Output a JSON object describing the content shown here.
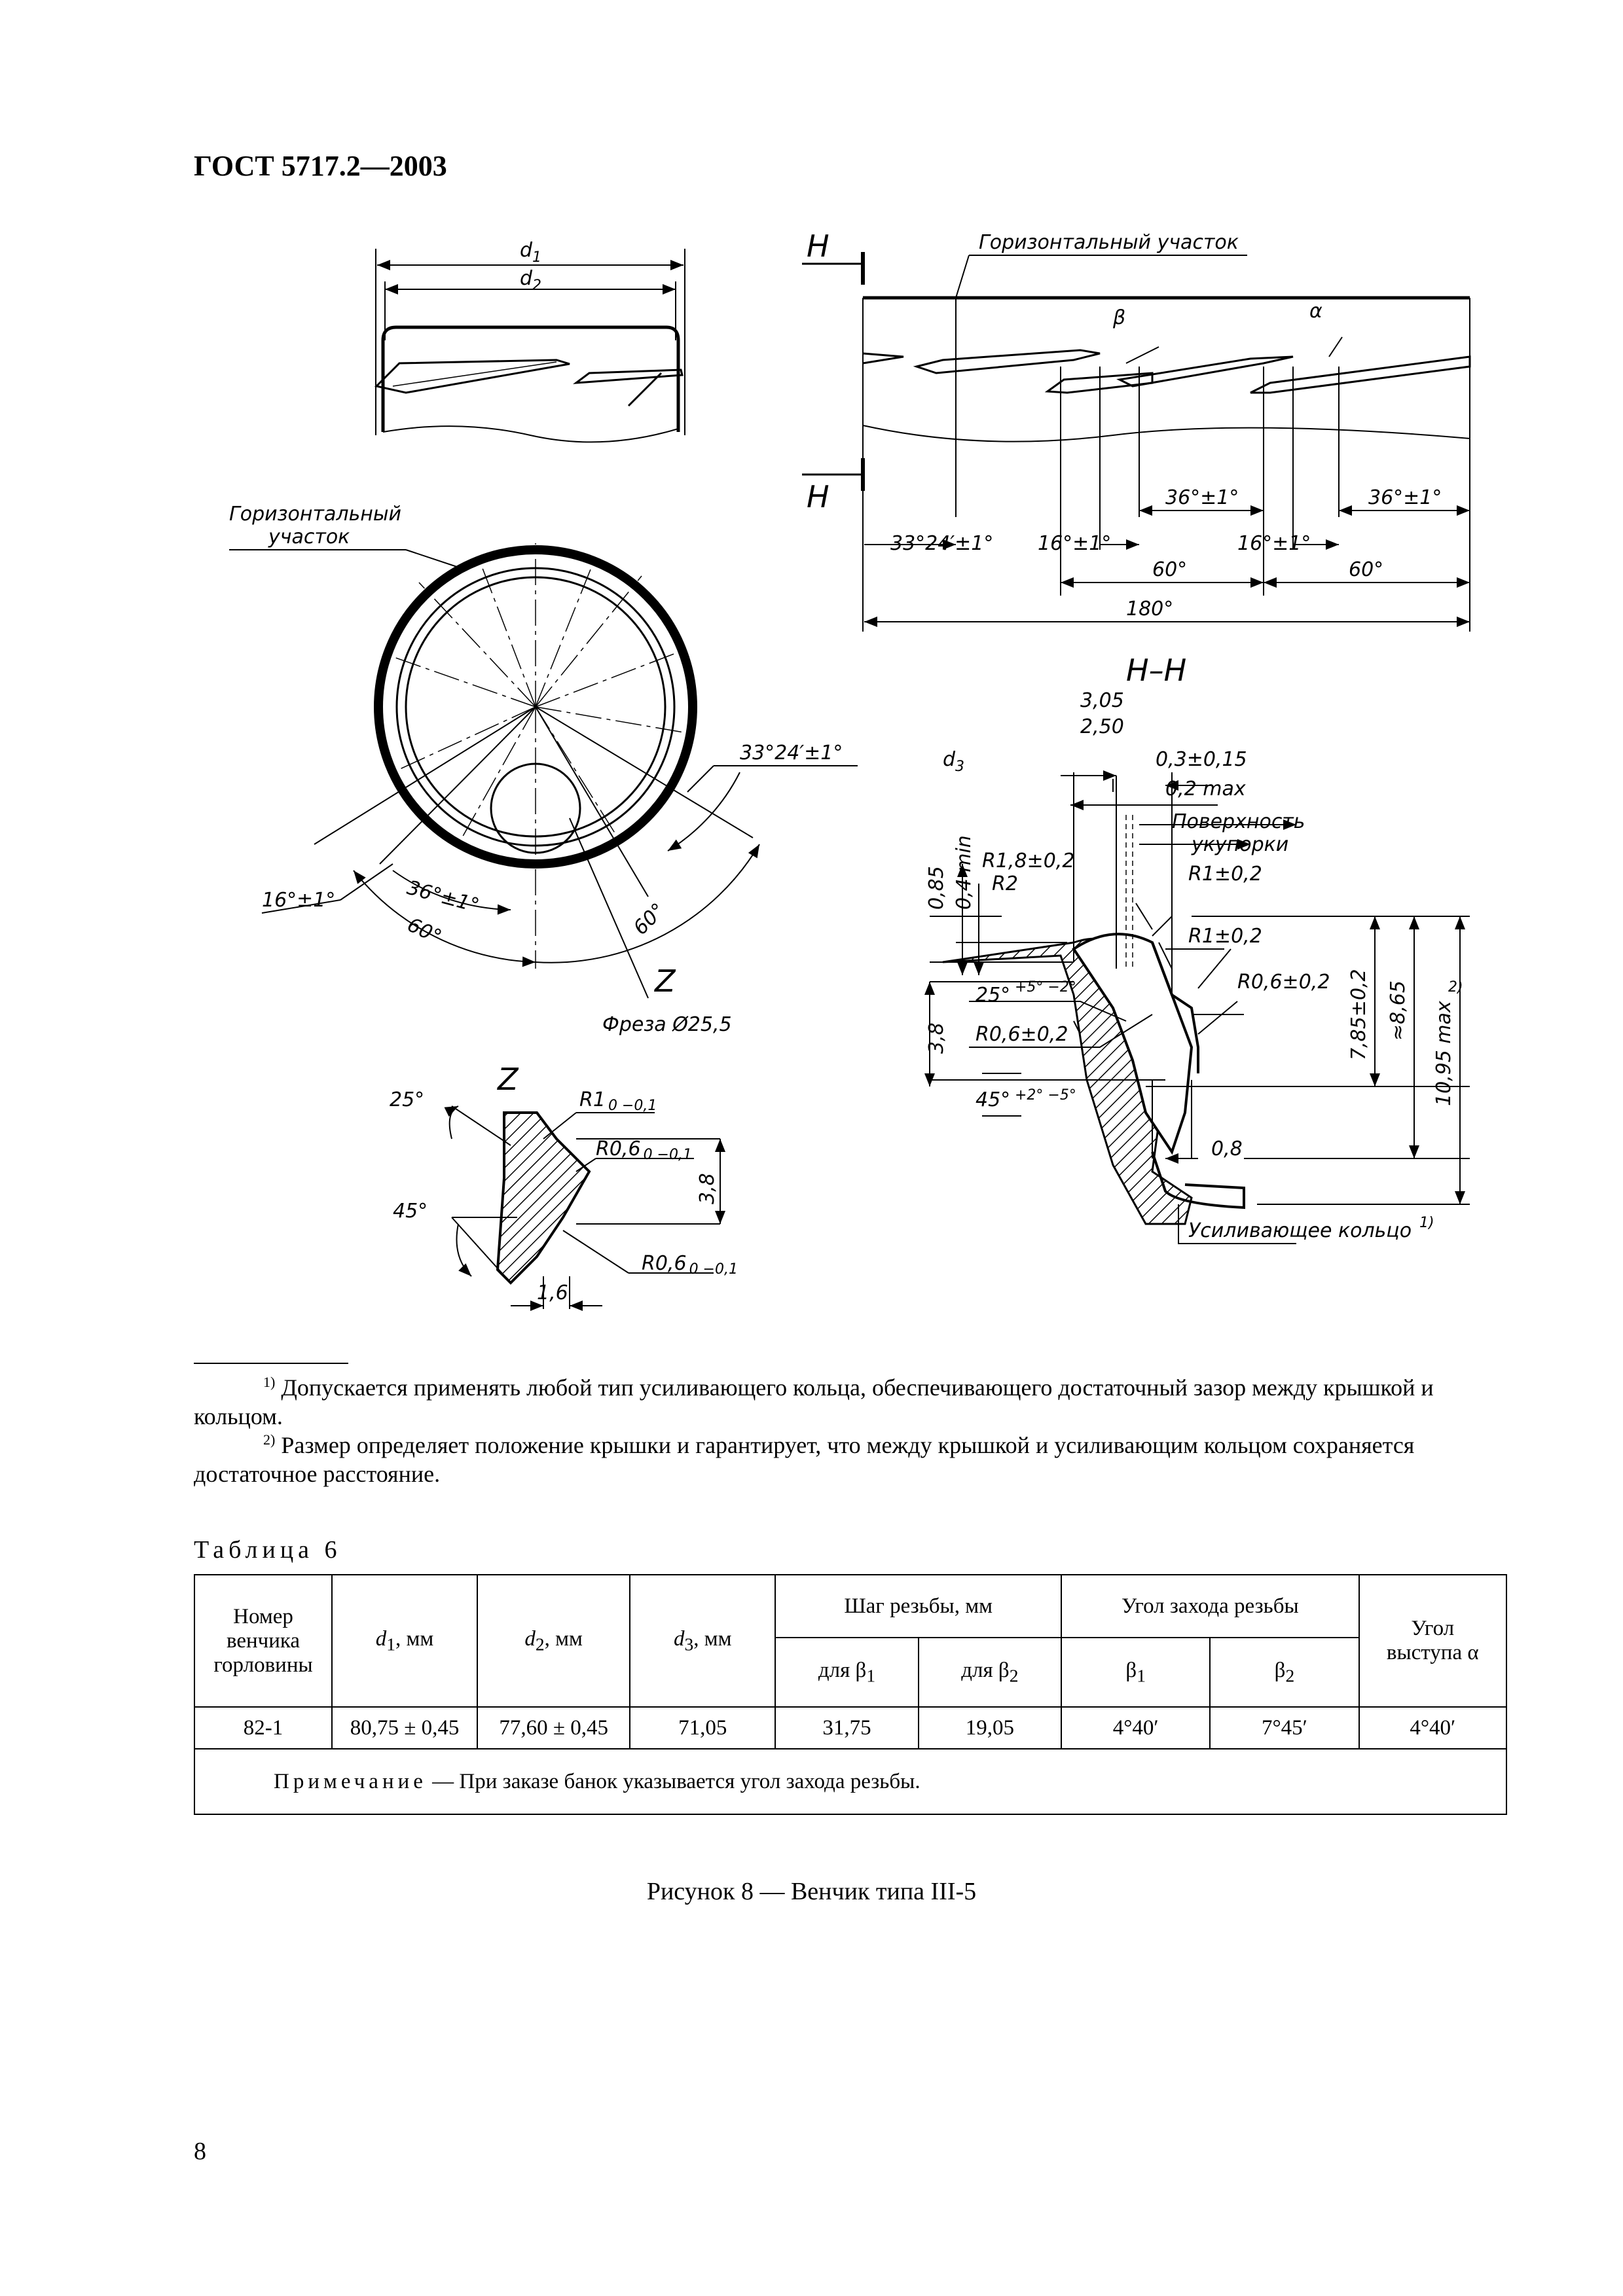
{
  "header": {
    "doc_id": "ГОСТ 5717.2—2003"
  },
  "drawing": {
    "top_left": {
      "d1": "d",
      "d1_sub": "1",
      "d2": "d",
      "d2_sub": "2"
    },
    "thread_view": {
      "section_mark": "H",
      "horizontal_label": "Горизонтальный участок",
      "beta": "β",
      "alpha": "α",
      "dims": [
        "33°24′±1°",
        "16°±1°",
        "36°±1°",
        "16°±1°",
        "36°±1°",
        "60°",
        "60°",
        "180°"
      ]
    },
    "ring_view": {
      "horizontal_label_1": "Горизонтальный",
      "horizontal_label_2": "участок",
      "dims": [
        "33°24′±1°",
        "16°±1°",
        "36°±1°",
        "60°",
        "60°"
      ],
      "z_label": "Z",
      "cutter": "Фреза Ø25,5"
    },
    "section_hh": {
      "title": "H–H",
      "labels": [
        "3,05",
        "2,50",
        "d",
        "0,3±0,15",
        "0,2 max",
        "Поверхность",
        "укупорки",
        "R1±0,2",
        "R1,8±0,2",
        "R2",
        "R1±0,2",
        "0,85",
        "0,4 min",
        "R0,6±0,2",
        "R0,6±0,2",
        "3,8",
        "7,85±0,2",
        "≈8,65",
        "10,95 max",
        "0,8",
        "Усиливающее кольцо"
      ],
      "d3_sub": "3",
      "angle_25": "25°",
      "angle_25_tol": "+5° −2°",
      "angle_45": "45°",
      "angle_45_tol": "+2° −5°",
      "sup2": "2)",
      "sup1": "1)"
    },
    "detail_z": {
      "title": "Z",
      "labels": [
        "25°",
        "R1",
        "R0,6",
        "3,8",
        "45°",
        "R0,6",
        "1,6"
      ],
      "tol_r1": "0 −0,1",
      "tol_r06": "0 −0,1"
    }
  },
  "footnotes": [
    {
      "mark": "1)",
      "text": "Допускается применять любой тип усиливающего кольца, обеспечивающего достаточный зазор между крышкой и кольцом."
    },
    {
      "mark": "2)",
      "text": "Размер определяет положение крышки и гарантирует, что между крышкой и усиливающим кольцом сохраняется достаточное расстояние."
    }
  ],
  "table": {
    "caption": "Таблица 6",
    "headers": {
      "num_1": "Номер",
      "num_2": "венчика",
      "num_3": "горловины",
      "d1": "d",
      "d1_sub": "1",
      "d1_unit": ", мм",
      "d2": "d",
      "d2_sub": "2",
      "d2_unit": ", мм",
      "d3": "d",
      "d3_sub": "3",
      "d3_unit": ", мм",
      "pitch": "Шаг резьбы, мм",
      "pitch_b1": "для β",
      "pitch_b1_sub": "1",
      "pitch_b2": "для β",
      "pitch_b2_sub": "2",
      "lead": "Угол захода резьбы",
      "lead_b1": "β",
      "lead_b1_sub": "1",
      "lead_b2": "β",
      "lead_b2_sub": "2",
      "proj_1": "Угол",
      "proj_2": "выступа α"
    },
    "row": [
      "82-1",
      "80,75 ± 0,45",
      "77,60 ± 0,45",
      "71,05",
      "31,75",
      "19,05",
      "4°40′",
      "7°45′",
      "4°40′"
    ],
    "note_label": "Примечание",
    "note_text": " — При заказе банок указывается угол захода резьбы."
  },
  "figure_caption": "Рисунок 8 — Венчик типа III-5",
  "page_number": "8"
}
